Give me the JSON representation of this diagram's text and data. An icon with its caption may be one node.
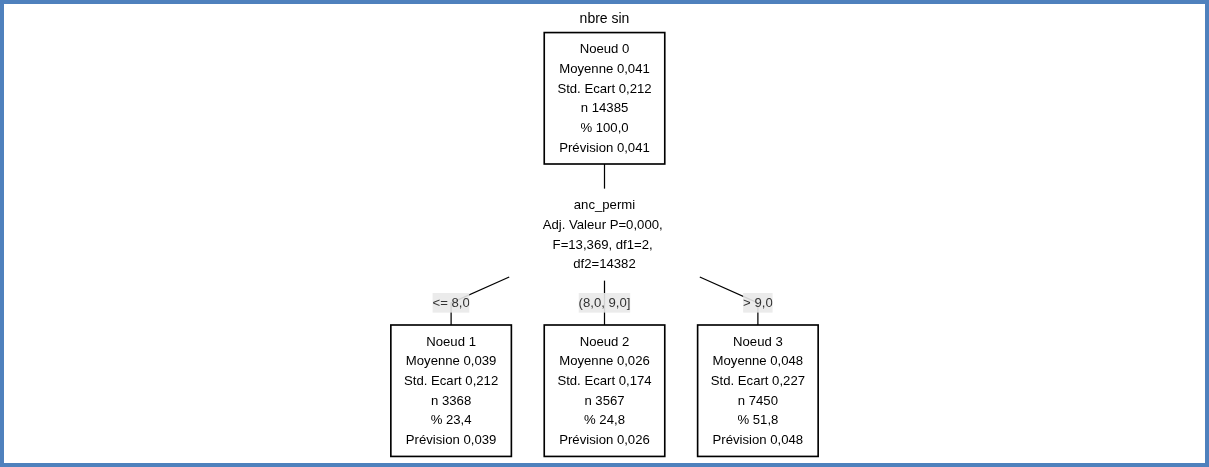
{
  "diagram": {
    "title": "nbre sin",
    "nodes": [
      {
        "text": [
          "Noeud 0",
          "Moyenne 0,041",
          "Std. Ecart 0,212",
          "n 14385",
          "% 100,0",
          "Prévision 0,041"
        ]
      },
      {
        "text": [
          "anc_permi",
          "Adj. Valeur P=0,000, F=13,369, df1=2, df2=14382"
        ]
      },
      {
        "text": [
          "Noeud 1",
          "Moyenne 0,039",
          "Std. Ecart 0,212",
          "n 3368",
          "% 23,4",
          "Prévision 0,039"
        ]
      },
      {
        "text": [
          "Noeud 2",
          "Moyenne 0,026",
          "Std. Ecart 0,174",
          "n 3567",
          "% 24,8",
          "Prévision 0,026"
        ]
      },
      {
        "text": [
          "Noeud 3",
          "Moyenne 0,048",
          "Std. Ecart 0,227",
          "n 7450",
          "% 51,8",
          "Prévision 0,048"
        ]
      }
    ],
    "edges": [
      {
        "from": 0,
        "to": 1,
        "arrow": "none"
      },
      {
        "from": 1,
        "to": 2,
        "arrow": "none",
        "label": "<= 8,0"
      },
      {
        "from": 1,
        "to": 3,
        "arrow": "none",
        "label": "(8,0, 9,0]"
      },
      {
        "from": 1,
        "to": 4,
        "arrow": "none",
        "label": "> 9,0"
      }
    ]
  }
}
